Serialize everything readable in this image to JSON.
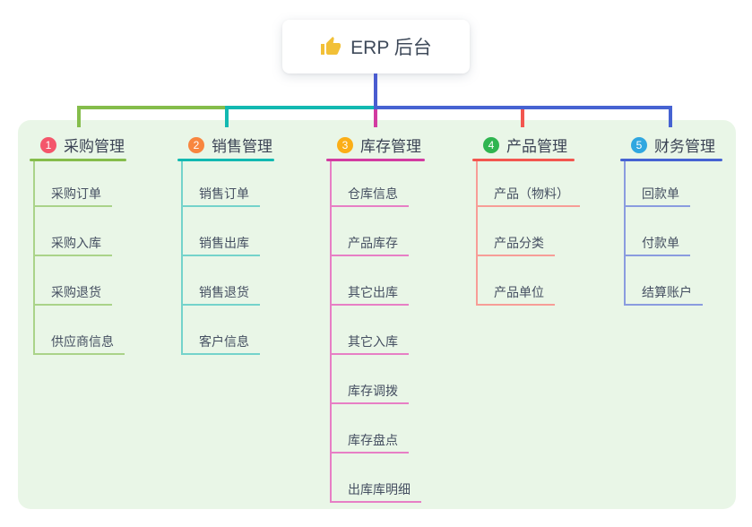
{
  "root": {
    "title": "ERP 后台",
    "icon": "thumbs-up-icon"
  },
  "colors": {
    "page_bg": "#ffffff",
    "panel_bg": "#e9f6e7",
    "trunk": "#4a5cd0",
    "root_text": "#3f4a5a",
    "thumb_icon": "#f2c037",
    "header_text": "#3b4354",
    "item_text": "#454f61"
  },
  "branches": [
    {
      "index": "1",
      "label": "采购管理",
      "badge_color": "#f4566b",
      "line_color": "#85bd4b",
      "child_line_color": "#aad389",
      "children": [
        "采购订单",
        "采购入库",
        "采购退货",
        "供应商信息"
      ]
    },
    {
      "index": "2",
      "label": "销售管理",
      "badge_color": "#f8863f",
      "line_color": "#12b9b1",
      "child_line_color": "#74d3cb",
      "children": [
        "销售订单",
        "销售出库",
        "销售退货",
        "客户信息"
      ]
    },
    {
      "index": "3",
      "label": "库存管理",
      "badge_color": "#fbae17",
      "line_color": "#d23ba1",
      "child_line_color": "#e77fc5",
      "children": [
        "仓库信息",
        "产品库存",
        "其它出库",
        "其它入库",
        "库存调拨",
        "库存盘点",
        "出库库明细"
      ]
    },
    {
      "index": "4",
      "label": "产品管理",
      "badge_color": "#2fb550",
      "line_color": "#f2564f",
      "child_line_color": "#f79d97",
      "children": [
        "产品（物料）",
        "产品分类",
        "产品单位"
      ]
    },
    {
      "index": "5",
      "label": "财务管理",
      "badge_color": "#30a7e0",
      "line_color": "#4663d2",
      "child_line_color": "#8a9cdf",
      "children": [
        "回款单",
        "付款单",
        "结算账户"
      ]
    }
  ]
}
